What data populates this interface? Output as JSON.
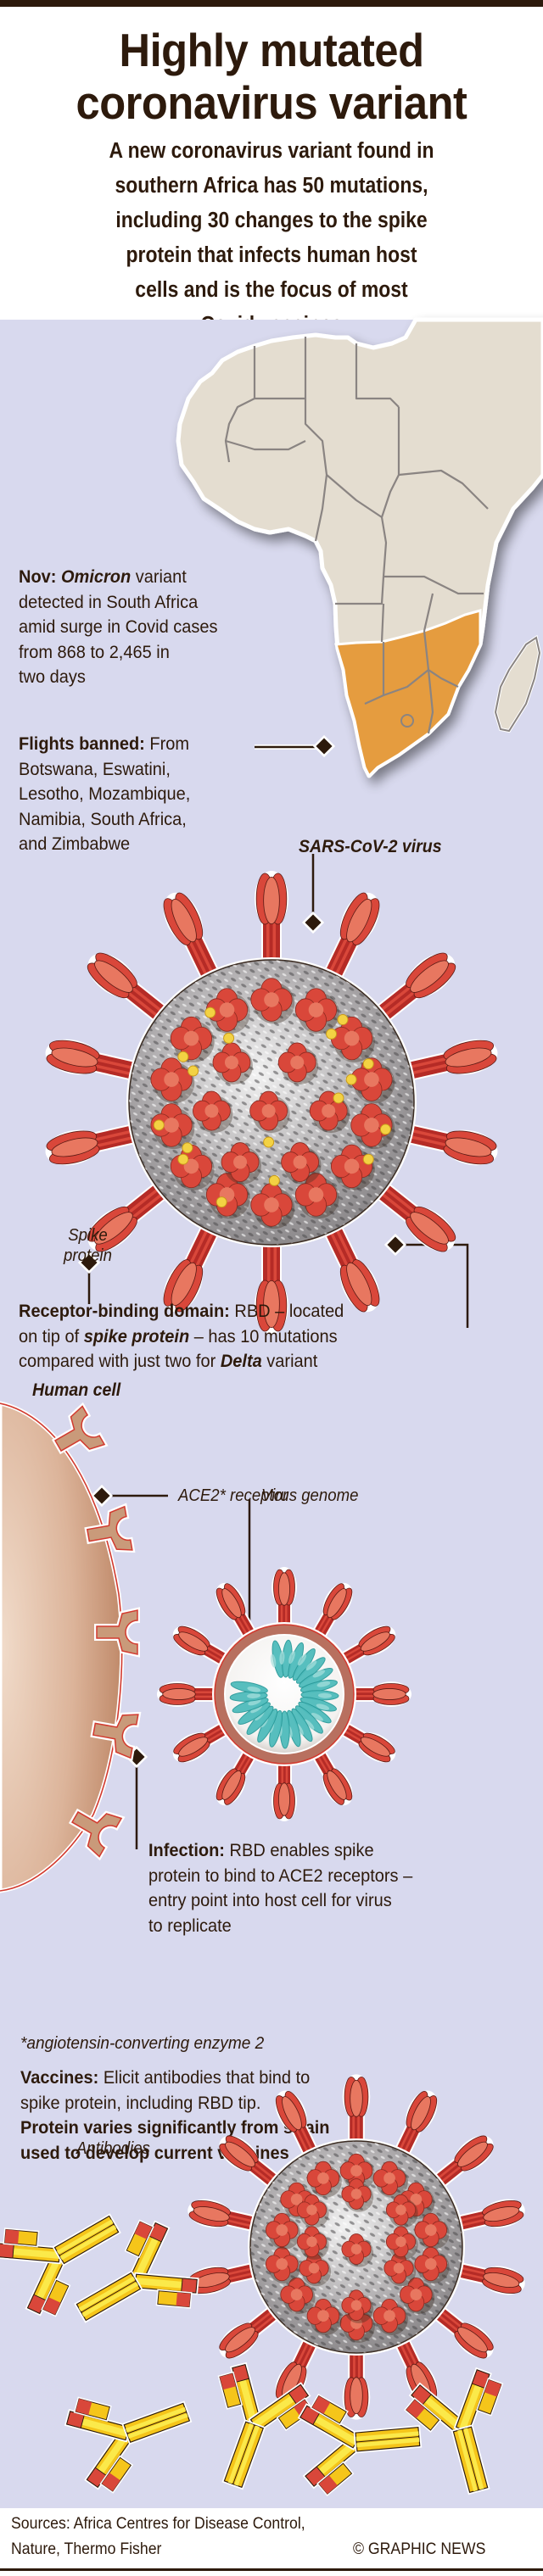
{
  "header": {
    "title_line1": "Highly mutated",
    "title_line2": "coronavirus variant",
    "subtitle_lines": [
      "A new coronavirus variant found in",
      "southern Africa has 50 mutations,",
      "including 30 changes to the spike",
      "protein that infects human host",
      "cells and is the focus of most",
      "Covid vaccines"
    ]
  },
  "map": {
    "highlight_color": "#e59c3f",
    "land_color": "#e4ddd0",
    "highlighted_countries": [
      "Botswana",
      "Eswatini",
      "Lesotho",
      "Mozambique",
      "Namibia",
      "South Africa",
      "Zimbabwe"
    ]
  },
  "nov_note": {
    "label": "Nov:",
    "variant": "Omicron",
    "line1_rest": "variant",
    "line2": "detected in South Africa",
    "line3": "amid surge in Covid cases",
    "line4": "from 868 to 2,465 in",
    "line5": "two days"
  },
  "flights_note": {
    "label": "Flights banned:",
    "line1_rest": "From",
    "line2": "Botswana, Eswatini,",
    "line3": "Lesotho, Mozambique,",
    "line4": "Namibia, South Africa,",
    "line5": "and Zimbabwe"
  },
  "virus_label": "SARS-CoV-2 virus",
  "spike_label_line1": "Spike",
  "spike_label_line2": "protein",
  "rbd_note": {
    "label": "Receptor-binding domain:",
    "line1_rest": "RBD – located",
    "line2_pre": "on tip of",
    "line2_em": "spike protein",
    "line2_post": "– has 10 mutations",
    "line3_pre": "compared with just two for",
    "line3_em": "Delta",
    "line3_post": "variant"
  },
  "human_cell_label": "Human cell",
  "ace2_label": "ACE2* receptor",
  "genome_label": "Virus genome",
  "infection_note": {
    "label": "Infection:",
    "line1_rest": "RBD enables spike",
    "line2": "protein to bind to ACE2 receptors –",
    "line3": "entry point into host cell for virus",
    "line4": "to replicate"
  },
  "footnote": "*angiotensin-converting enzyme 2",
  "vaccines_note": {
    "label": "Vaccines:",
    "line1_rest": "Elicit antibodies that bind to",
    "line2": "spike protein, including RBD tip.",
    "line3": "Protein varies significantly from strain",
    "line4": "used to develop current vaccines"
  },
  "antibodies_label": "Antibodies",
  "footer": {
    "sources_line1": "Sources: Africa Centres for Disease Control,",
    "sources_line2": "Nature, Thermo Fisher",
    "credit": "© GRAPHIC NEWS"
  },
  "colors": {
    "ink": "#2d1a0c",
    "panel": "#d8d9ee",
    "spike_red": "#d9473a",
    "spike_light": "#e87760",
    "spike_dark": "#b52b26",
    "virus_core": "#b9b6b8",
    "rna_teal": "#4fbcbc",
    "cell_brown": "#c99a7a",
    "antibody_yellow": "#f5d21a",
    "antibody_orange": "#f29a2a"
  }
}
